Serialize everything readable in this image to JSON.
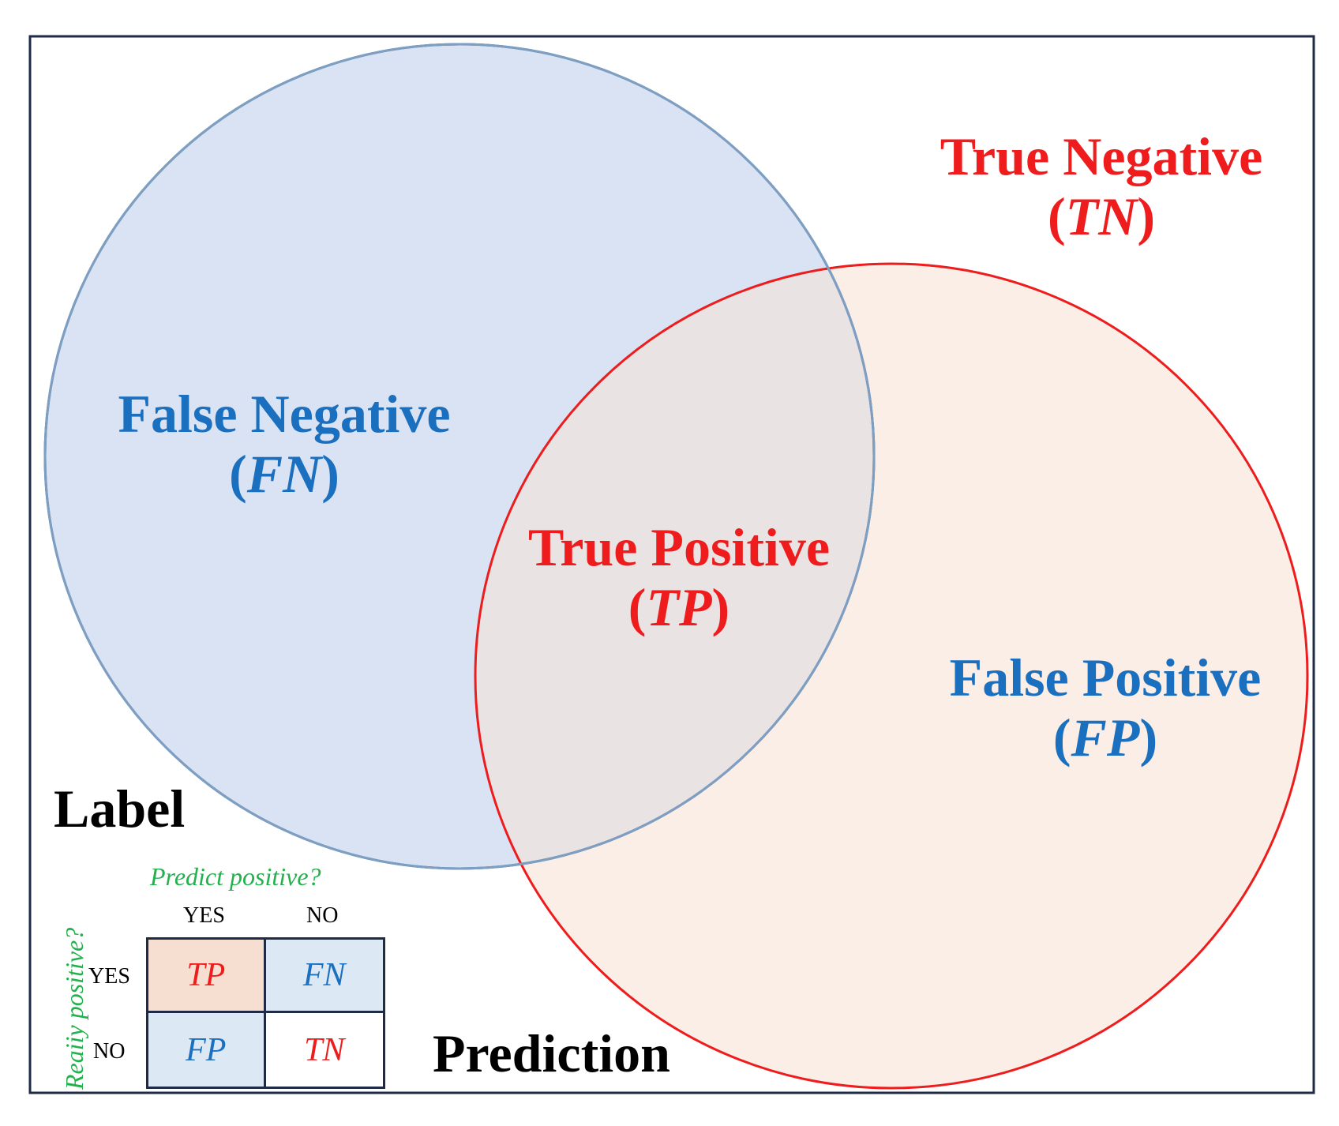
{
  "regions": {
    "true_negative": {
      "name": "True Negative",
      "abbr": "TN"
    },
    "false_negative": {
      "name": "False Negative",
      "abbr": "FN"
    },
    "true_positive": {
      "name": "True Positive",
      "abbr": "TP"
    },
    "false_positive": {
      "name": "False Positive",
      "abbr": "FP"
    }
  },
  "sets": {
    "label_title": "Label",
    "prediction_title": "Prediction"
  },
  "matrix": {
    "column_question": "Predict positive?",
    "row_question": "Reaiiy positive?",
    "col_headers": [
      "YES",
      "NO"
    ],
    "row_headers": [
      "YES",
      "NO"
    ],
    "cells": [
      [
        "TP",
        "FN"
      ],
      [
        "FP",
        "TN"
      ]
    ]
  },
  "colors": {
    "label_circle_fill": "#d9e3f3",
    "label_circle_stroke": "#1b6fbf",
    "prediction_circle_fill": "#fbeee6",
    "prediction_circle_stroke": "#ee1c1c",
    "overlap_fill": "#e9e3e4",
    "blue_text": "#1b6fbf",
    "red_text": "#ee1c1c",
    "question_text": "#22b14c",
    "frame": "#1f2a44"
  }
}
